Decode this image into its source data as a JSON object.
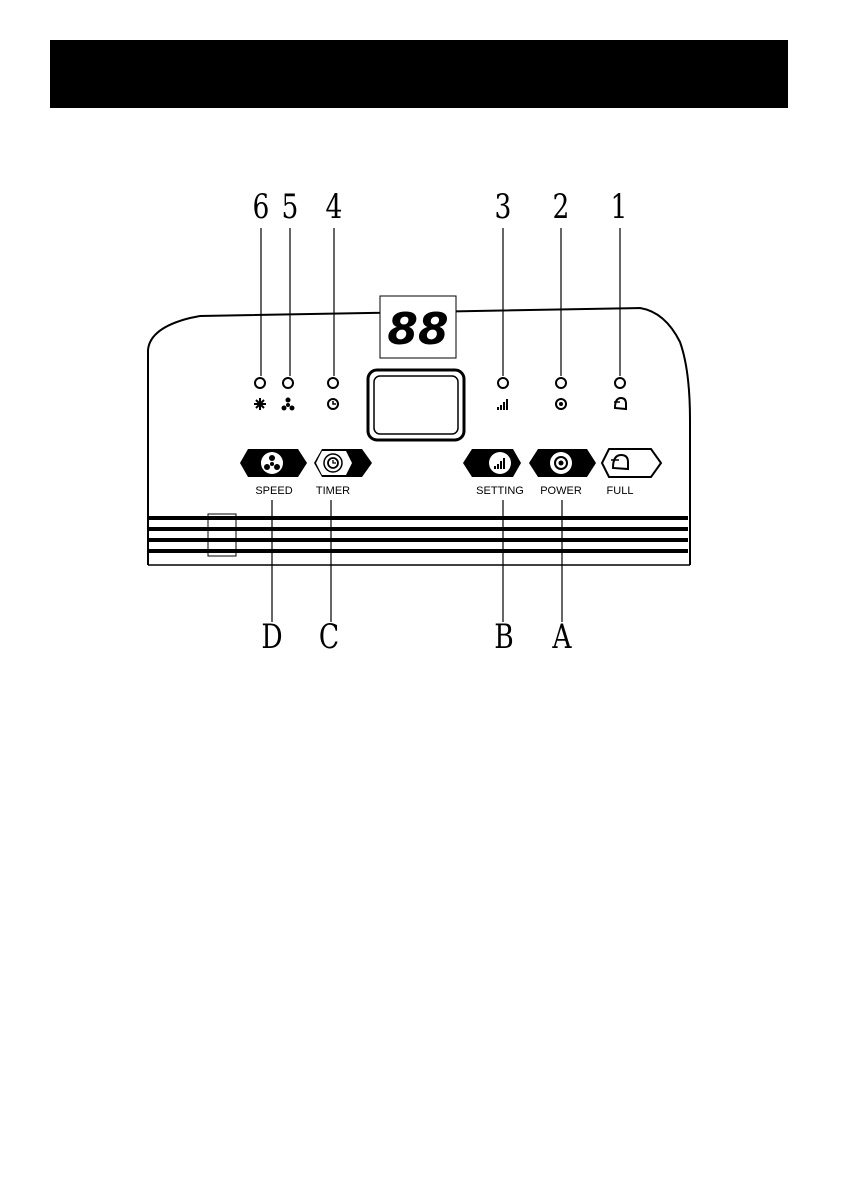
{
  "header": {
    "title": ""
  },
  "display": {
    "digits": "88"
  },
  "indicators": [
    {
      "number": "6",
      "icon": "snowflake-icon"
    },
    {
      "number": "5",
      "icon": "fan-icon"
    },
    {
      "number": "4",
      "icon": "timer-icon"
    },
    {
      "number": "3",
      "icon": "setting-bars-icon"
    },
    {
      "number": "2",
      "icon": "power-icon"
    },
    {
      "number": "1",
      "icon": "full-tank-icon"
    }
  ],
  "buttons": [
    {
      "letter": "D",
      "label": "SPEED",
      "icon": "fan-icon"
    },
    {
      "letter": "C",
      "label": "TIMER",
      "icon": "timer-icon"
    },
    {
      "letter": "B",
      "label": "SETTING",
      "icon": "setting-bars-icon"
    },
    {
      "letter": "A",
      "label": "POWER",
      "icon": "power-icon"
    },
    {
      "letter": "",
      "label": "FULL",
      "icon": "full-tank-icon"
    }
  ]
}
